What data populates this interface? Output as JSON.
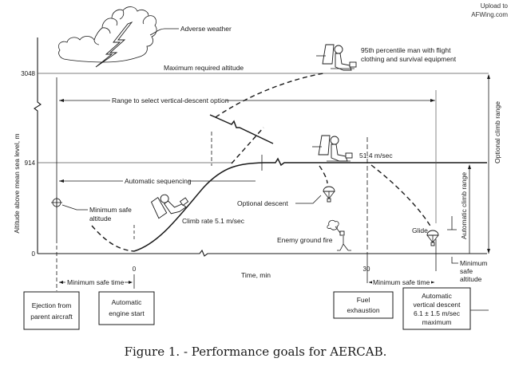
{
  "watermark": {
    "line1": "Upload to",
    "line2": "AFWing.com"
  },
  "caption": "Figure 1. - Performance goals for AERCAB.",
  "axes": {
    "y_label": "Altitude above mean sea level, m",
    "y_ticks": [
      "3048",
      "914",
      "0"
    ],
    "x_label": "Time, min",
    "x_ticks": [
      "0",
      "30"
    ]
  },
  "annotations": {
    "adverse_weather": "Adverse weather",
    "max_altitude": "Maximum required altitude",
    "man_line1": "95th percentile man with flight",
    "man_line2": "clothing and survival equipment",
    "range_select": "Range to select vertical-descent option",
    "auto_sequencing": "Automatic sequencing",
    "speed": "51.4 m/sec",
    "optional_descent": "Optional descent",
    "min_safe_alt_line1": "Minimum safe",
    "min_safe_alt_line2": "altitude",
    "climb_rate": "Climb rate 5.1 m/sec",
    "enemy_fire": "Enemy ground fire",
    "glide": "Glide",
    "optional_climb_range": "Optional climb range",
    "automatic_climb_range": "Automatic climb range",
    "min_safe_alt_right_1": "Minimum",
    "min_safe_alt_right_2": "safe",
    "min_safe_alt_right_3": "altitude",
    "min_safe_time_left": "Minimum safe time",
    "min_safe_time_right": "Minimum safe time"
  },
  "boxes": {
    "ejection": {
      "line1": "Ejection from",
      "line2": "parent aircraft"
    },
    "engine_start": {
      "line1": "Automatic",
      "line2": "engine start"
    },
    "fuel": {
      "line1": "Fuel",
      "line2": "exhaustion"
    },
    "descent": {
      "line1": "Automatic",
      "line2": "vertical descent",
      "line3": "6.1 ± 1.5 m/sec",
      "line4": "maximum"
    }
  },
  "icons": [
    "cloud-icon",
    "lightning-icon",
    "seated-pilot-icon",
    "parachute-icon",
    "ground-gunner-icon",
    "crosshair-icon"
  ]
}
